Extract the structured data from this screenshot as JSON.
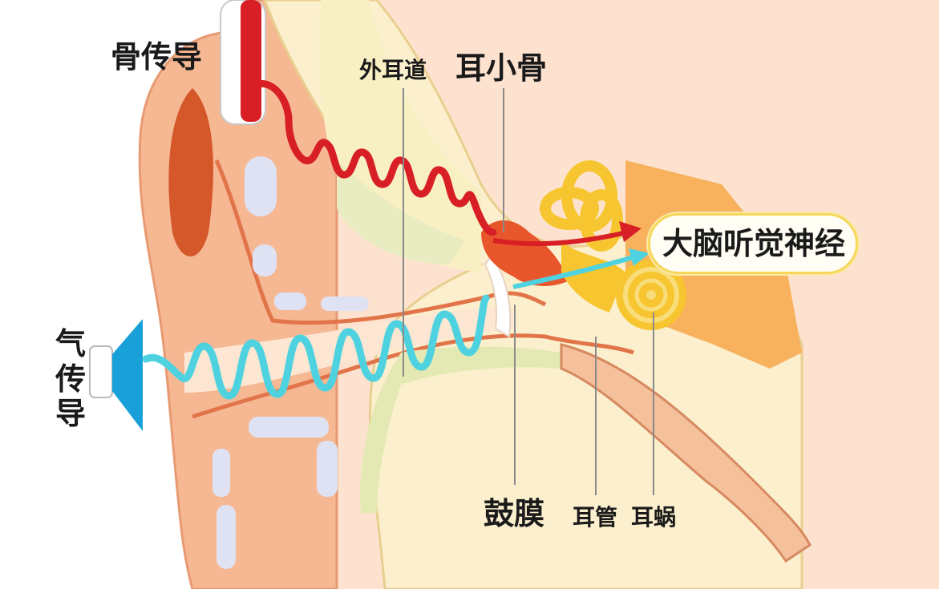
{
  "labels": {
    "bone_conduction": "骨传导",
    "air_conduction": "气传导",
    "ear_canal": "外耳道",
    "ossicles": "耳小骨",
    "auditory_nerve": "大脑听觉神经",
    "eardrum": "鼓膜",
    "eustachian_tube": "耳管",
    "cochlea": "耳蜗"
  },
  "colors": {
    "bone_wave": "#d81f26",
    "air_wave": "#4fd2e0",
    "air_device": "#1aa0d8",
    "skin": "#f5b58d",
    "bone": "#fbe7b5",
    "cochlea": "#f6c530",
    "nerve_box_border": "#f6d75a"
  },
  "icons": {
    "bone_device": "bone-conduction-device-icon",
    "air_device": "speaker-cone-icon"
  }
}
